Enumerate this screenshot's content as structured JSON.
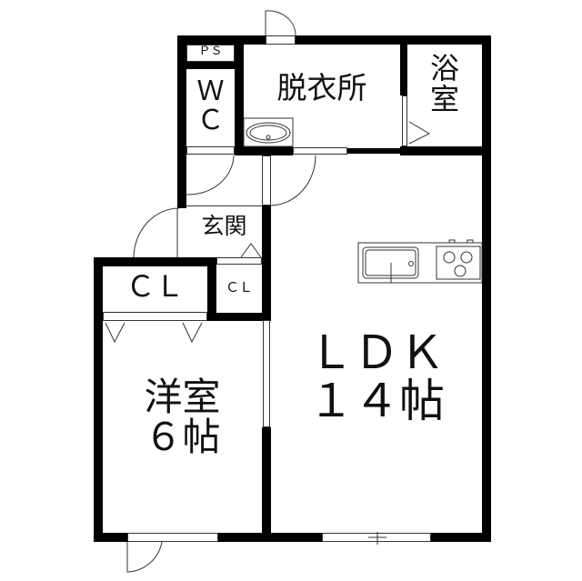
{
  "floor_plan": {
    "rooms": {
      "ps": {
        "label": "ＰＳ"
      },
      "wc": {
        "label": "Ｗ\nＣ"
      },
      "dressing": {
        "label": "脱衣所"
      },
      "bath": {
        "label": "浴\n室"
      },
      "entrance": {
        "label": "玄関"
      },
      "closet_large": {
        "label": "ＣＬ"
      },
      "closet_small": {
        "label": "ＣＬ"
      },
      "western_room": {
        "label": "洋室\n６帖"
      },
      "ldk": {
        "label": "ＬＤＫ\n１４帖"
      }
    },
    "fixtures": [
      "washbasin",
      "kitchen-sink",
      "three-burner-stove"
    ],
    "colors": {
      "wall": "#000000",
      "background": "#ffffff",
      "line": "#333333"
    }
  }
}
